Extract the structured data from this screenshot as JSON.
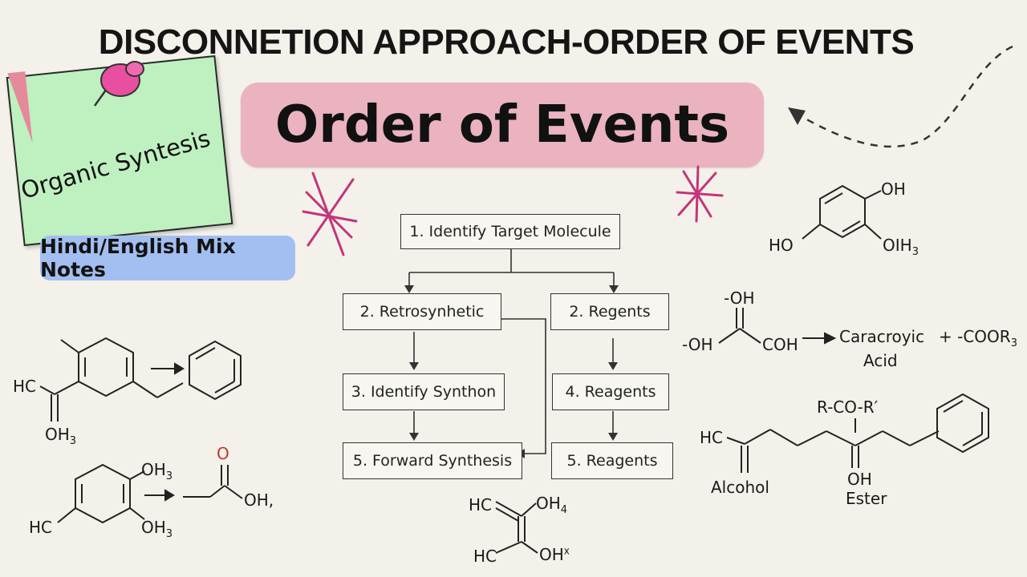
{
  "title": "DISCONNETION APPROACH-ORDER OF EVENTS",
  "banner": "Order of Events",
  "sticky_note": "Organic Syntesis",
  "tag": "Hindi/English Mix Notes",
  "flow": {
    "step1": "1. Identify Target Molecule",
    "step2a": "2. Retrosynhetic",
    "step2b": "2. Regents",
    "step3": "3. Identify Synthon",
    "step4": "4. Reagents",
    "step5a": "5. Forward Synthesis",
    "step5b": "5. Reagents"
  },
  "chem": {
    "topright_oh": "OH",
    "topright_ho": "HO",
    "topright_oih": "OIH",
    "topright_oih_sub": "3",
    "acid_oh_top": "-OH",
    "acid_oh_left": "-OH",
    "acid_coh": "COH",
    "acid_product": "Caracroyic",
    "acid_product2": "Acid",
    "acid_plus": "+ -COOR",
    "acid_plus_sub": "3",
    "ester_label": "R-CO-R′",
    "ester_hc": "HC",
    "ester_alcohol": "Alcohol",
    "ester_oh": "OH",
    "ester_ester": "Ester",
    "left1_hc": "HC",
    "left1_oh": "OH",
    "left1_oh_sub": "3",
    "left2_oh_top": "OH",
    "left2_oh_top_sub": "3",
    "left2_oh_bot": "OH",
    "left2_oh_bot_sub": "3",
    "left2_hc": "HC",
    "left2_o": "O",
    "left2_oh_right": "OH,",
    "bottom_hc1": "HC",
    "bottom_oh4": "OH",
    "bottom_oh4_sub": "4",
    "bottom_hc2": "HC",
    "bottom_ohx": "OH",
    "bottom_ohx_sup": "x"
  },
  "colors": {
    "banner": "#eab3bf",
    "sticky_note": "#bff0c0",
    "tag": "#a3bff1",
    "star": "#c2357a",
    "pin": "#e84fa0"
  }
}
